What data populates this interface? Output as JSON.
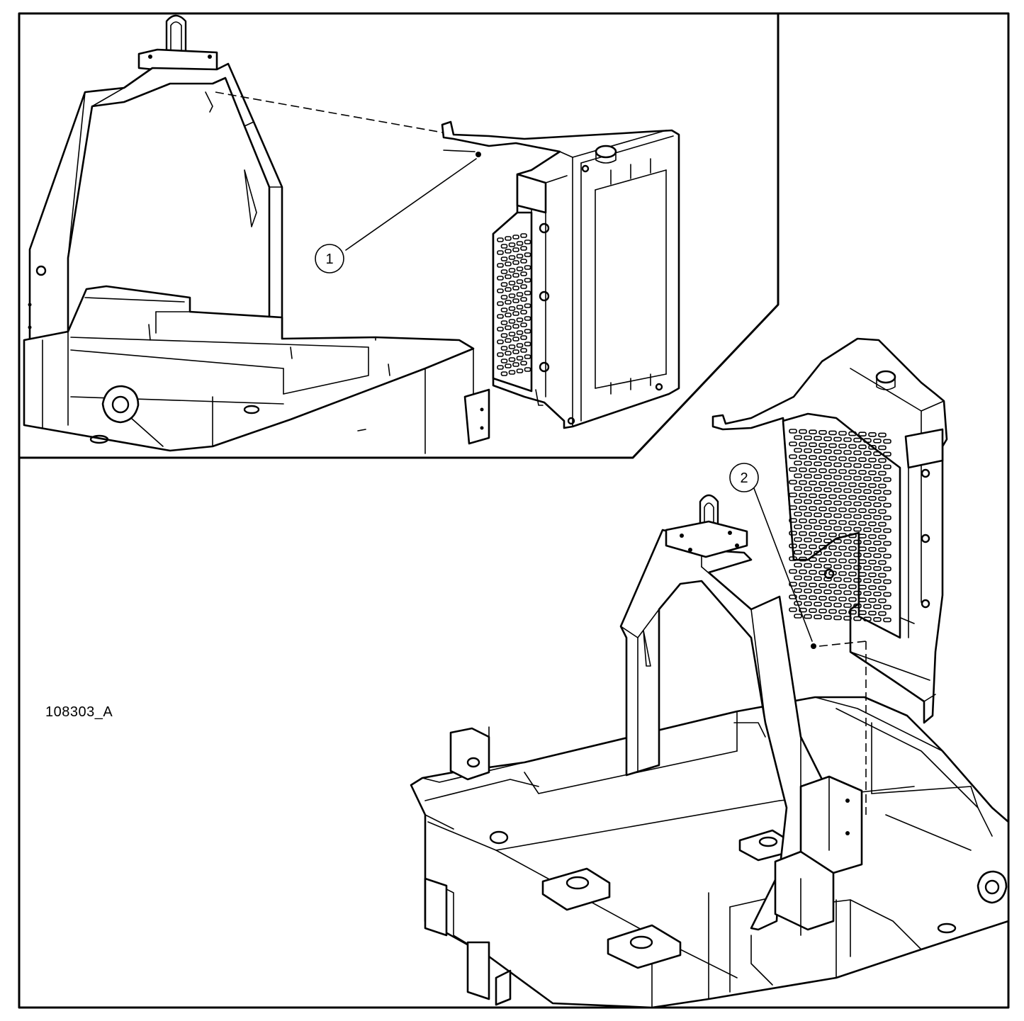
{
  "drawing": {
    "id": "108303_A"
  },
  "callouts": [
    {
      "label": "1"
    },
    {
      "label": "2"
    }
  ]
}
